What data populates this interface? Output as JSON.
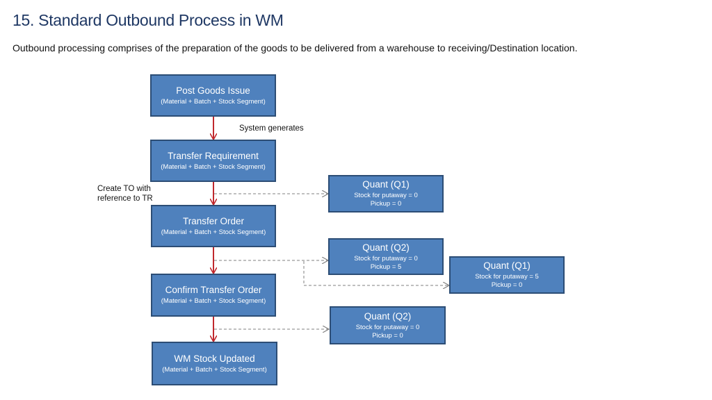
{
  "title": "15. Standard Outbound Process in WM",
  "subtitle": "Outbound processing comprises of the preparation of the goods to be delivered from a warehouse to receiving/Destination location.",
  "flow": [
    {
      "name": "Post Goods Issue",
      "detail": "(Material + Batch + Stock Segment)"
    },
    {
      "name": "Transfer Requirement",
      "detail": "(Material + Batch + Stock Segment)"
    },
    {
      "name": "Transfer Order",
      "detail": "(Material + Batch + Stock Segment)"
    },
    {
      "name": "Confirm Transfer Order",
      "detail": "(Material + Batch + Stock Segment)"
    },
    {
      "name": "WM Stock Updated",
      "detail": "(Material + Batch + Stock Segment)"
    }
  ],
  "quants": [
    {
      "name": "Quant (Q1)",
      "putaway": "Stock for putaway = 0",
      "pickup": "Pickup = 0"
    },
    {
      "name": "Quant (Q2)",
      "putaway": "Stock for putaway = 0",
      "pickup": "Pickup = 5"
    },
    {
      "name": "Quant (Q1)",
      "putaway": "Stock for putaway = 5",
      "pickup": "Pickup = 0"
    },
    {
      "name": "Quant (Q2)",
      "putaway": "Stock for putaway = 0",
      "pickup": "Pickup = 0"
    }
  ],
  "labels": {
    "system_generates": "System generates",
    "create_to_line1": "Create TO with",
    "create_to_line2": "reference to TR"
  },
  "colors": {
    "box_fill": "#4f81bd",
    "box_border": "#2c4d75",
    "flow_arrow": "#c0282d",
    "dashed_arrow": "#7f7f7f",
    "title": "#1f3864"
  }
}
